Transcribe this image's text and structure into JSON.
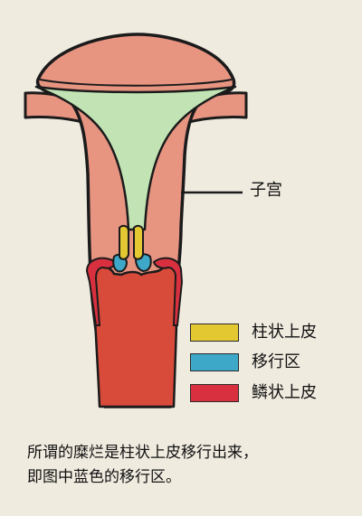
{
  "organ_label": "子宫",
  "legend": [
    {
      "label": "柱状上皮",
      "color": "#e3c832"
    },
    {
      "label": "移行区",
      "color": "#3ea8c8"
    },
    {
      "label": "鳞状上皮",
      "color": "#d93040"
    }
  ],
  "caption": {
    "line1": "所谓的糜烂是柱状上皮移行出来，",
    "line2": "即图中蓝色的移行区。"
  },
  "colors": {
    "background": "#f0ebdf",
    "tissue": "#e79481",
    "cavity": "#c2e4b4",
    "vaginal_canal": "#d84a3a",
    "outline": "#1b1b1b"
  }
}
